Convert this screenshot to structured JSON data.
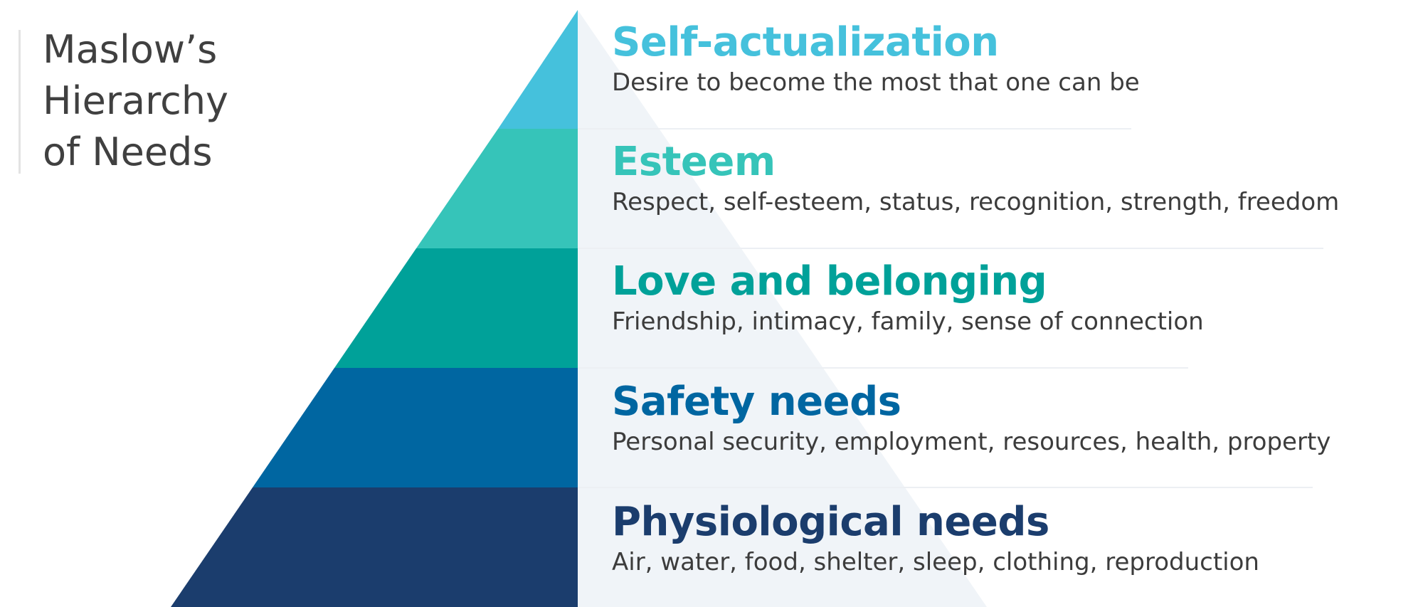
{
  "title": {
    "lines": [
      "Maslow’s",
      "Hierarchy",
      "of Needs"
    ]
  },
  "levels": [
    {
      "name": "Self-actualization",
      "description": "Desire to become the most that one can be",
      "color": "#45c1dc"
    },
    {
      "name": "Esteem",
      "description": "Respect, self-esteem, status, recognition, strength, freedom",
      "color": "#36c4b9"
    },
    {
      "name": "Love and belonging",
      "description": "Friendship, intimacy, family, sense of connection",
      "color": "#00a199"
    },
    {
      "name": "Safety needs",
      "description": "Personal security, employment, resources, health, property",
      "color": "#0066a1"
    },
    {
      "name": "Physiological needs",
      "description": "Air, water, food, shelter, sleep, clothing, reproduction",
      "color": "#1b3d6d"
    }
  ],
  "colors": {
    "ghost_half": "#f0f4f8",
    "separator": "#eceff3",
    "title_text": "#404040",
    "description_text": "#3c3c3c"
  }
}
